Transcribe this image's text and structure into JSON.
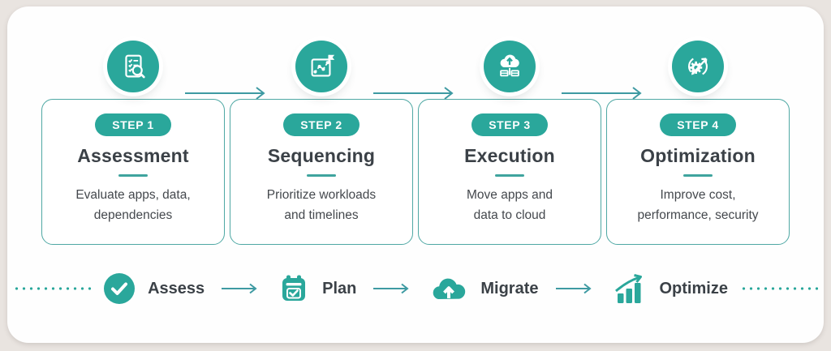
{
  "theme": {
    "teal": "#2aa79b",
    "arrow_color": "#3e9aa2",
    "card_border": "#4fa8a4",
    "heading_color": "#3b4147",
    "body_color": "#44484d",
    "panel_background": "#fefefe",
    "page_background": "#e9e4e0"
  },
  "steps": [
    {
      "badge": "STEP 1",
      "title": "Assessment",
      "desc1": "Evaluate apps, data,",
      "desc2": "dependencies",
      "icon": "checklist-magnifier-icon"
    },
    {
      "badge": "STEP 2",
      "title": "Sequencing",
      "desc1": "Prioritize workloads",
      "desc2": "and timelines",
      "icon": "roadmap-flag-icon"
    },
    {
      "badge": "STEP 3",
      "title": "Execution",
      "desc1": "Move apps and",
      "desc2": "data to cloud",
      "icon": "cloud-upload-servers-icon"
    },
    {
      "badge": "STEP 4",
      "title": "Optimization",
      "desc1": "Improve cost,",
      "desc2": "performance, security",
      "icon": "gear-sync-icon"
    }
  ],
  "timeline": {
    "items": [
      {
        "label": "Assess",
        "icon": "check-circle-icon"
      },
      {
        "label": "Plan",
        "icon": "calendar-check-icon"
      },
      {
        "label": "Migrate",
        "icon": "cloud-upload-icon"
      },
      {
        "label": "Optimize",
        "icon": "growth-bars-icon"
      }
    ]
  }
}
